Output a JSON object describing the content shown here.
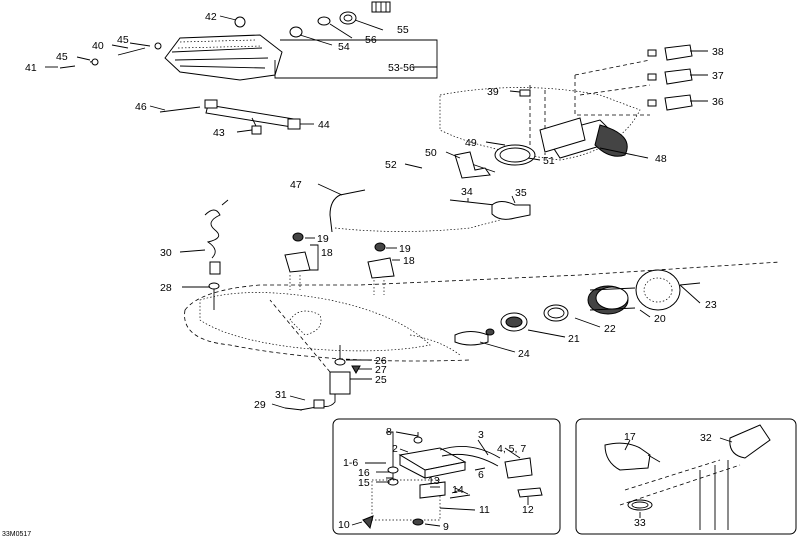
{
  "diagram": {
    "code": "33M0517",
    "labels": {
      "l1_6": "1-6",
      "l2": "2",
      "l3": "3",
      "l4_5_7": "4, 5, 7",
      "l6": "6",
      "l8": "8",
      "l9": "9",
      "l10": "10",
      "l11": "11",
      "l12": "12",
      "l13": "13",
      "l14": "14",
      "l15": "15",
      "l16": "16",
      "l17": "17",
      "l18a": "18",
      "l18b": "18",
      "l19a": "19",
      "l19b": "19",
      "l20": "20",
      "l21": "21",
      "l22": "22",
      "l23": "23",
      "l24": "24",
      "l25": "25",
      "l26": "26",
      "l27": "27",
      "l28": "28",
      "l29": "29",
      "l30": "30",
      "l31": "31",
      "l32": "32",
      "l33": "33",
      "l34": "34",
      "l35": "35",
      "l36": "36",
      "l37": "37",
      "l38": "38",
      "l39": "39",
      "l40": "40",
      "l41": "41",
      "l42": "42",
      "l43": "43",
      "l44": "44",
      "l45a": "45",
      "l45b": "45",
      "l46": "46",
      "l47": "47",
      "l48": "48",
      "l49": "49",
      "l50": "50",
      "l51": "51",
      "l52": "52",
      "l53_56": "53-56",
      "l54": "54",
      "l55": "55",
      "l56": "56"
    }
  }
}
